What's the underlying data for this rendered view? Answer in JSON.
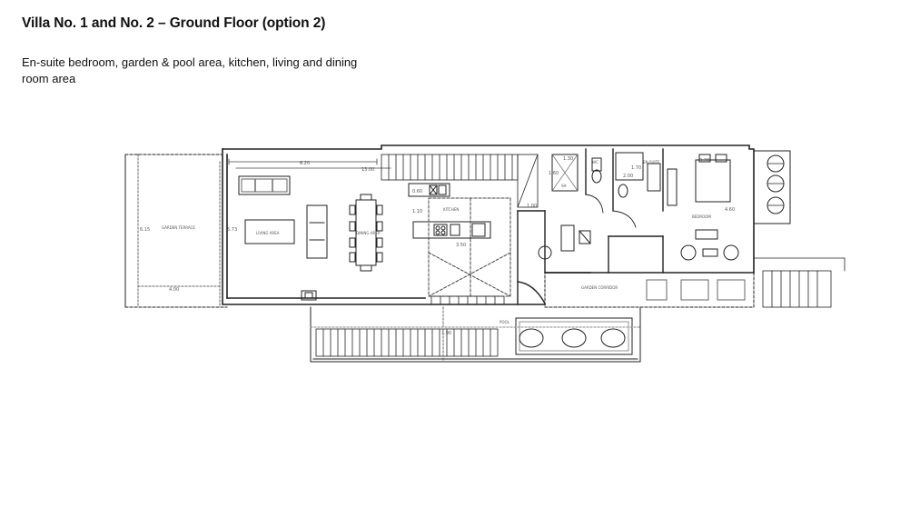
{
  "page": {
    "title": "Villa No. 1 and No. 2 – Ground Floor (option 2)",
    "subtitle": "En-suite bedroom, garden & pool area, kitchen, living and dining room area"
  },
  "plan": {
    "dims": {
      "overall": "13.00",
      "living_width": "6.20",
      "depth": "6.15",
      "inner_depth": "5.73",
      "front": "4.00",
      "wc_w": "1.30",
      "shower_h": "1.60",
      "bath_w": "1.70",
      "bath_h": "2.00",
      "bed_w": "3.20",
      "bed_d": "4.60",
      "kitchen_w": "3.50",
      "counter": "0.60",
      "hall": "1.00",
      "landing": "1.10",
      "step": "1.90"
    },
    "rooms": {
      "garden": "GARDEN TERRACE",
      "living": "LIVING AREA",
      "dining": "DINING AREA",
      "kitchen": "KITCHEN",
      "bedroom": "BEDROOM",
      "wc": "WC",
      "ensuite": "EN-SUITE",
      "shower": "SH",
      "corridor": "GARDEN CORRIDOR",
      "pool": "POOL"
    }
  }
}
